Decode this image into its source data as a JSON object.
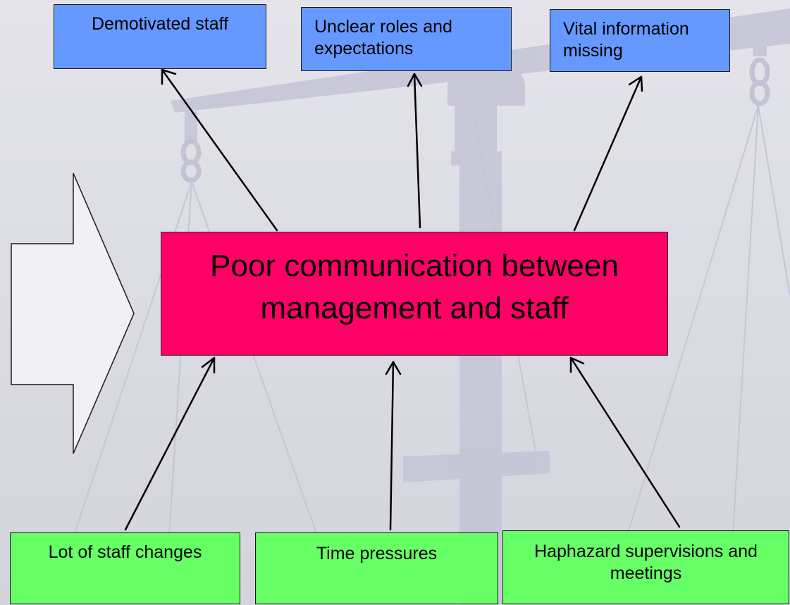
{
  "central_problem": {
    "text": "Poor communication between management and staff",
    "color": "#ff0066"
  },
  "effects": [
    {
      "text": "Demotivated staff"
    },
    {
      "text": "Unclear roles and expectations"
    },
    {
      "text": "Vital information missing"
    }
  ],
  "causes": [
    {
      "text": "Lot of staff changes"
    },
    {
      "text": "Time pressures"
    },
    {
      "text": "Haphazard supervisions and meetings"
    }
  ],
  "colors": {
    "effect_fill": "#6699ff",
    "cause_fill": "#66ff66",
    "arrow_fill": "#f0f0f5",
    "background": "#dcdce4"
  },
  "icons": {
    "background_image": "balance-scale-icon",
    "side_arrow": "right-block-arrow-icon"
  }
}
